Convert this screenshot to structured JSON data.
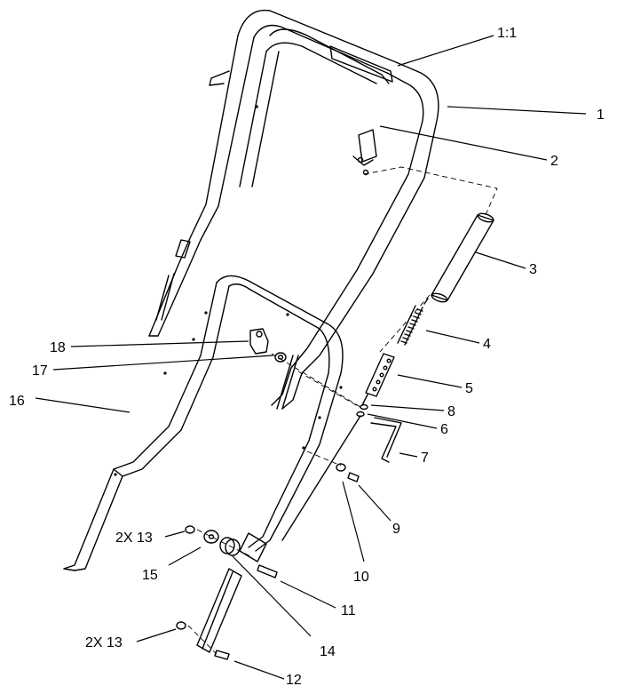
{
  "callouts": [
    {
      "id": "c-1-1",
      "text": "1:1"
    },
    {
      "id": "c-1",
      "text": "1"
    },
    {
      "id": "c-2",
      "text": "2"
    },
    {
      "id": "c-3",
      "text": "3"
    },
    {
      "id": "c-4",
      "text": "4"
    },
    {
      "id": "c-5",
      "text": "5"
    },
    {
      "id": "c-8",
      "text": "8"
    },
    {
      "id": "c-6",
      "text": "6"
    },
    {
      "id": "c-7",
      "text": "7"
    },
    {
      "id": "c-9",
      "text": "9"
    },
    {
      "id": "c-10",
      "text": "10"
    },
    {
      "id": "c-11",
      "text": "11"
    },
    {
      "id": "c-12",
      "text": "12"
    },
    {
      "id": "c-13a",
      "text": "2X 13"
    },
    {
      "id": "c-13b",
      "text": "2X 13"
    },
    {
      "id": "c-14",
      "text": "14"
    },
    {
      "id": "c-15",
      "text": "15"
    },
    {
      "id": "c-16",
      "text": "16"
    },
    {
      "id": "c-17",
      "text": "17"
    },
    {
      "id": "c-18",
      "text": "18"
    }
  ]
}
